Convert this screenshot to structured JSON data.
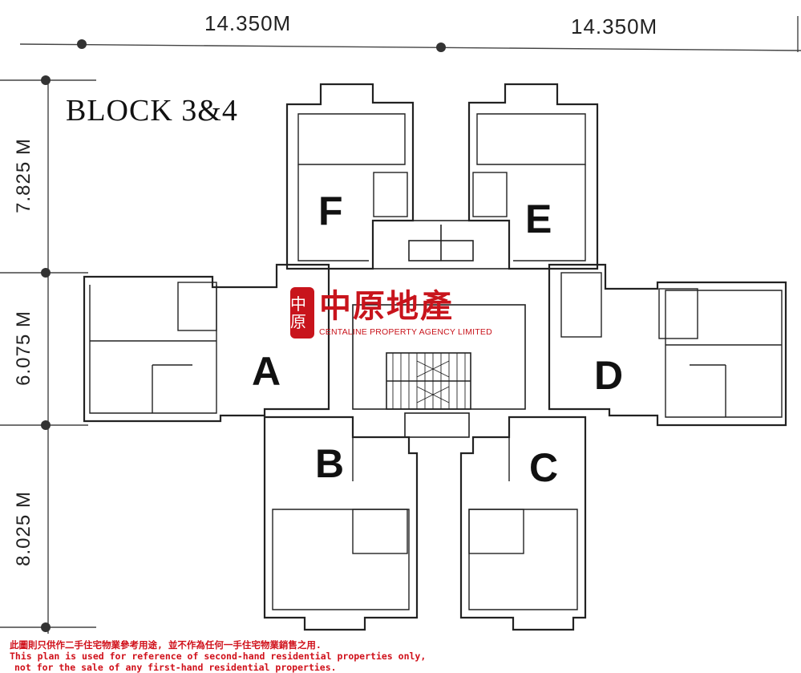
{
  "dimensions": {
    "top_left": "14.350M",
    "top_right": "14.350M",
    "left_top": "7.825 M",
    "left_middle": "6.075 M",
    "left_bottom": "8.025 M"
  },
  "block_title": "BLOCK 3&4",
  "units": [
    "A",
    "B",
    "C",
    "D",
    "E",
    "F"
  ],
  "brand": {
    "name_cn": "中原地產",
    "name_en": "CENTALINE PROPERTY AGENCY LIMITED",
    "seal_text": "中原",
    "color": "#c8141c"
  },
  "disclaimer": {
    "line_cn": "此圖則只供作二手住宅物業參考用途, 並不作為任何一手住宅物業銷售之用.",
    "line_en1": "This plan is used for reference of second-hand residential properties only,",
    "line_en2": "not for the sale of any first-hand residential properties.",
    "color": "#d0101a"
  }
}
